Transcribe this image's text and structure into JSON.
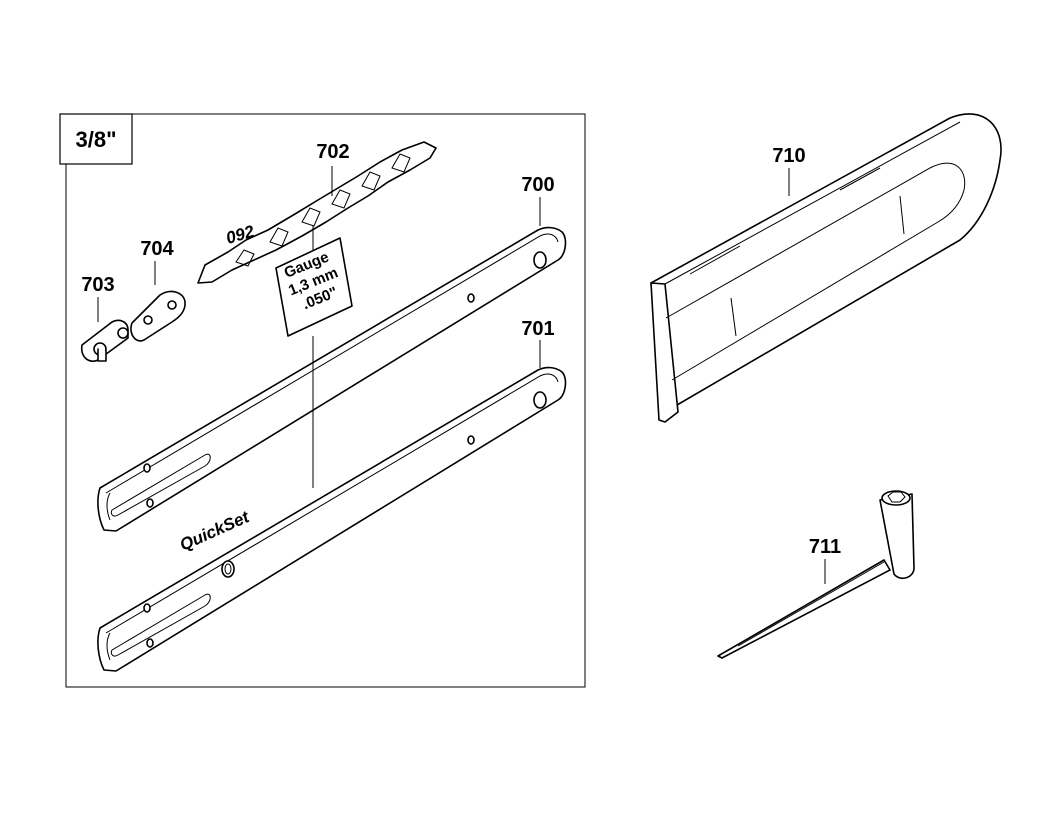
{
  "group_box": {
    "label": "3/8\""
  },
  "parts": {
    "bar_top": "700",
    "bar_quickset": "701",
    "chain": "702",
    "rivet_link": "703",
    "side_link": "704",
    "cover": "710",
    "wrench": "711"
  },
  "chain_code": "092",
  "gauge": {
    "line1": "Gauge",
    "line2": "1,3 mm",
    "line3": ".050\""
  },
  "bar_text": "QuickSet"
}
